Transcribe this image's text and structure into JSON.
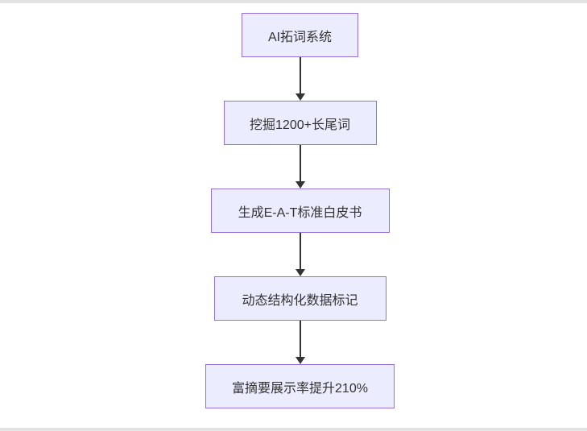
{
  "diagram": {
    "type": "flowchart-vertical",
    "nodes": [
      {
        "id": "A",
        "label": "AI拓词系统"
      },
      {
        "id": "B",
        "label": "挖掘1200+长尾词"
      },
      {
        "id": "C",
        "label": "生成E-A-T标准白皮书"
      },
      {
        "id": "D",
        "label": "动态结构化数据标记"
      },
      {
        "id": "E",
        "label": "富摘要展示率提升210%"
      }
    ],
    "edges": [
      {
        "from": "A",
        "to": "B"
      },
      {
        "from": "B",
        "to": "C"
      },
      {
        "from": "C",
        "to": "D"
      },
      {
        "from": "D",
        "to": "E"
      }
    ],
    "colors": {
      "node_fill": "#ECECFF",
      "node_border": "#9370DB",
      "arrow": "#333333",
      "text": "#333333",
      "background": "#ffffff"
    }
  }
}
